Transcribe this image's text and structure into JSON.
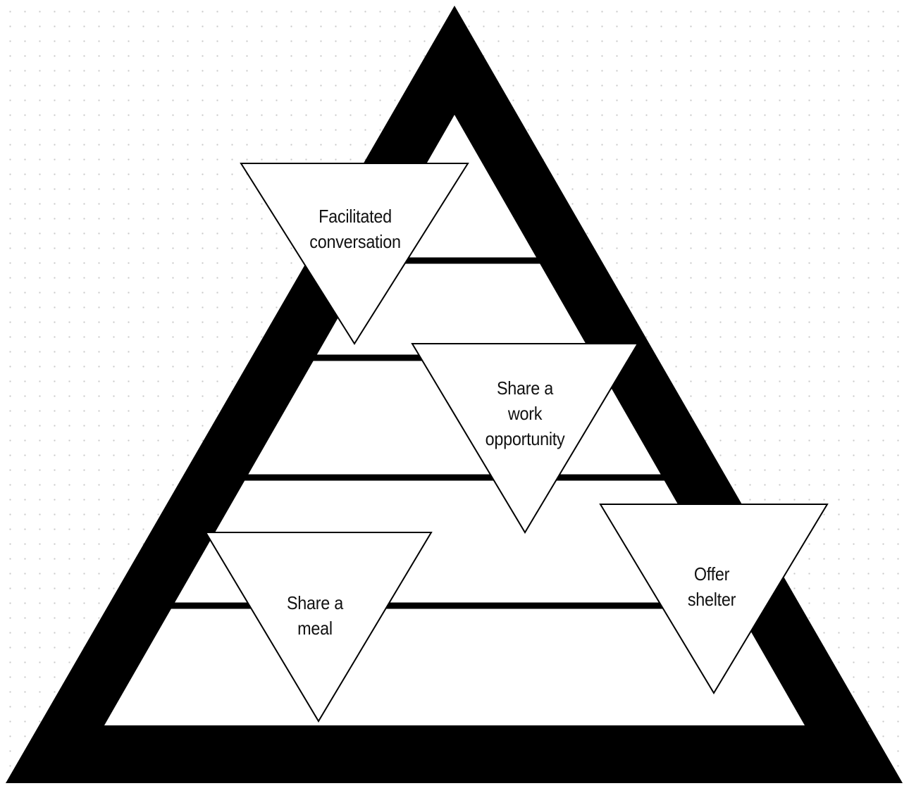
{
  "diagram": {
    "nodes": [
      {
        "id": "facilitated-conversation",
        "lines": [
          "Facilitated",
          "conversation"
        ]
      },
      {
        "id": "work-opportunity",
        "lines": [
          "Share a",
          "work",
          "opportunity"
        ]
      },
      {
        "id": "share-meal",
        "lines": [
          "Share a",
          "meal"
        ]
      },
      {
        "id": "offer-shelter",
        "lines": [
          "Offer",
          "shelter"
        ]
      }
    ],
    "colors": {
      "outline": "#000000",
      "fill": "#ffffff",
      "text": "#111111"
    }
  }
}
